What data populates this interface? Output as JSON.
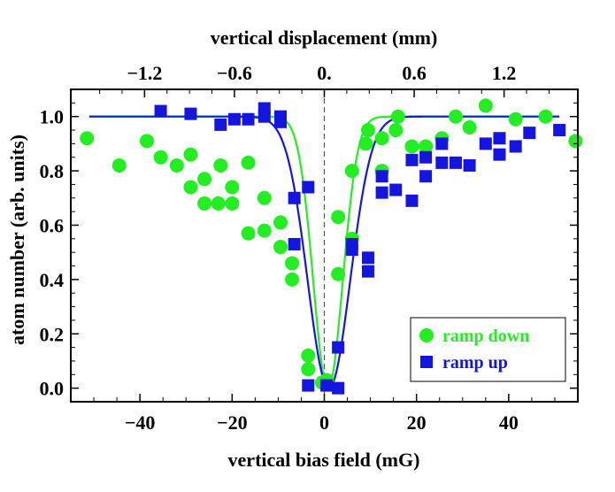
{
  "chart_data": {
    "type": "scatter",
    "title": "",
    "xlabel": "vertical bias field (mG)",
    "x2label": "vertical displacement (mm)",
    "ylabel": "atom number  (arb. units)",
    "xlim": [
      -55,
      55
    ],
    "ylim": [
      -0.05,
      1.1
    ],
    "xticks": [
      -40,
      -20,
      0,
      20,
      40
    ],
    "xtick_labels": [
      "−40",
      "−20",
      "0",
      "20",
      "40"
    ],
    "x2ticks": [
      -1.2,
      -0.6,
      0,
      0.6,
      1.2
    ],
    "x2tick_labels": [
      "−1.2",
      "−0.6",
      "0.",
      "0.6",
      "1.2"
    ],
    "yticks": [
      0,
      0.2,
      0.4,
      0.6,
      0.8,
      1.0
    ],
    "ytick_labels": [
      "0.0",
      "0.2",
      "0.4",
      "0.6",
      "0.8",
      "1.0"
    ],
    "grid": false,
    "zero_line": "dashed vertical line at x = 0",
    "legend_position": "bottom-right",
    "series": [
      {
        "name": "ramp down",
        "marker": "circle",
        "color": "#22ee22",
        "points": [
          [
            -51.5,
            0.92
          ],
          [
            -44.5,
            0.82
          ],
          [
            -38.5,
            0.91
          ],
          [
            -35.5,
            0.85
          ],
          [
            -32,
            0.82
          ],
          [
            -29,
            0.86
          ],
          [
            -29,
            0.74
          ],
          [
            -26,
            0.77
          ],
          [
            -26,
            0.68
          ],
          [
            -23,
            0.68
          ],
          [
            -22.5,
            0.82
          ],
          [
            -20,
            0.74
          ],
          [
            -20,
            0.68
          ],
          [
            -16.5,
            0.83
          ],
          [
            -16.5,
            0.57
          ],
          [
            -13,
            0.58
          ],
          [
            -13,
            0.7
          ],
          [
            -9.5,
            0.61
          ],
          [
            -9.5,
            0.52
          ],
          [
            -7,
            0.46
          ],
          [
            -7,
            0.4
          ],
          [
            -3.5,
            0.12
          ],
          [
            -3.5,
            0.07
          ],
          [
            -0.5,
            0.02
          ],
          [
            0.5,
            0.03
          ],
          [
            3,
            0.63
          ],
          [
            3,
            0.42
          ],
          [
            6,
            0.8
          ],
          [
            6,
            0.55
          ],
          [
            9,
            0.9
          ],
          [
            9.5,
            0.95
          ],
          [
            12.5,
            0.92
          ],
          [
            12.5,
            0.8
          ],
          [
            15.5,
            0.95
          ],
          [
            16,
            1.0
          ],
          [
            19,
            0.89
          ],
          [
            22,
            0.89
          ],
          [
            25.5,
            0.92
          ],
          [
            28.5,
            1.0
          ],
          [
            31.5,
            0.96
          ],
          [
            35,
            1.04
          ],
          [
            41.5,
            0.99
          ],
          [
            48,
            1.0
          ],
          [
            54.5,
            0.91
          ]
        ]
      },
      {
        "name": "ramp up",
        "marker": "square",
        "color": "#1515e0",
        "points": [
          [
            -35.5,
            1.02
          ],
          [
            -29,
            1.01
          ],
          [
            -22.5,
            0.97
          ],
          [
            -19.5,
            0.99
          ],
          [
            -16.5,
            0.99
          ],
          [
            -13,
            1.03
          ],
          [
            -13,
            1.0
          ],
          [
            -9.5,
            0.98
          ],
          [
            -9.5,
            1.0
          ],
          [
            -6.5,
            0.7
          ],
          [
            -6.5,
            0.53
          ],
          [
            -3.5,
            0.74
          ],
          [
            -3.5,
            0.01
          ],
          [
            0.5,
            0.01
          ],
          [
            3,
            0.15
          ],
          [
            3,
            0.0
          ],
          [
            6,
            0.51
          ],
          [
            6,
            0.53
          ],
          [
            9.5,
            0.48
          ],
          [
            9.5,
            0.43
          ],
          [
            12.5,
            0.78
          ],
          [
            12.5,
            0.72
          ],
          [
            15.5,
            0.73
          ],
          [
            19,
            0.84
          ],
          [
            19,
            0.69
          ],
          [
            22,
            0.85
          ],
          [
            22,
            0.78
          ],
          [
            25.5,
            0.9
          ],
          [
            25.5,
            0.83
          ],
          [
            28.5,
            0.83
          ],
          [
            31.5,
            0.82
          ],
          [
            35,
            0.9
          ],
          [
            38,
            0.92
          ],
          [
            38,
            0.86
          ],
          [
            41.5,
            0.89
          ],
          [
            44.5,
            0.94
          ],
          [
            51,
            0.95
          ]
        ]
      }
    ],
    "fits": [
      {
        "series": "ramp down",
        "color": "#22ee22",
        "shape": "gaussian dip",
        "baseline": 1.0,
        "depth": 1.0,
        "center": 0.8,
        "sigma": 3.2
      },
      {
        "series": "ramp up",
        "color": "#1515e0",
        "shape": "gaussian dip",
        "baseline": 1.0,
        "depth": 1.0,
        "center": 1.0,
        "sigma": 4.6
      }
    ]
  }
}
